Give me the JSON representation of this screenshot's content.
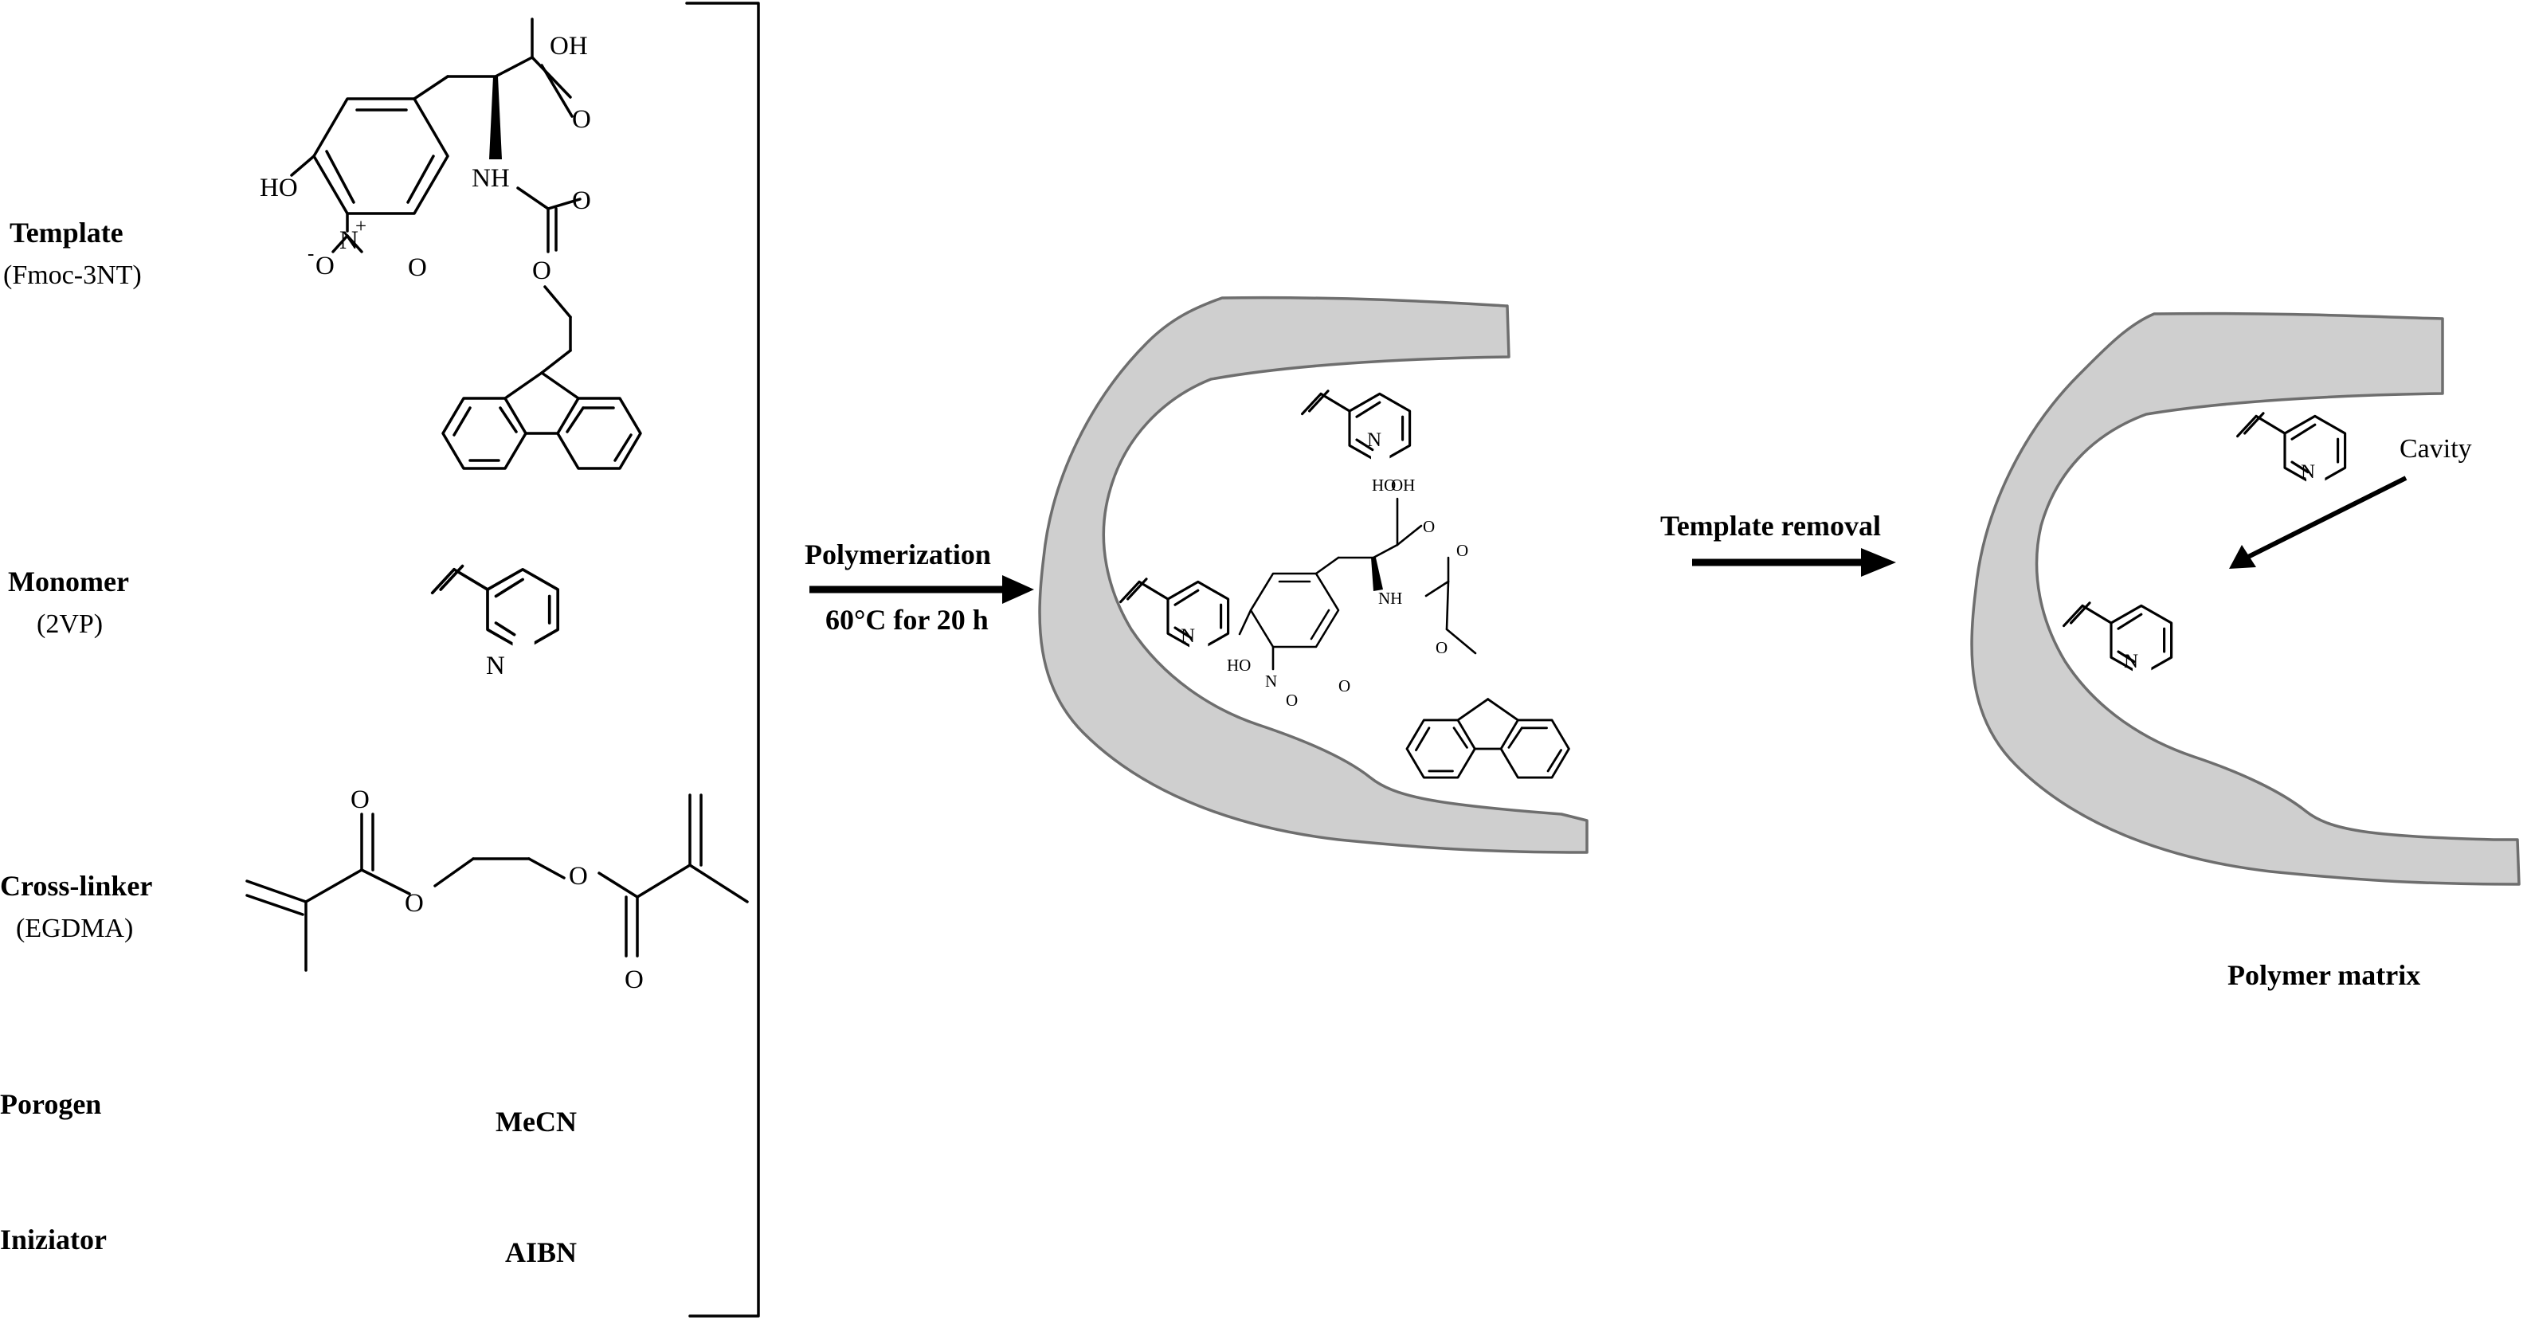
{
  "components": [
    {
      "label": "Template",
      "sublabel": "(Fmoc-3NT)"
    },
    {
      "label": "Monomer",
      "sublabel": "(2VP)"
    },
    {
      "label": "Cross-linker",
      "sublabel": "(EGDMA)"
    },
    {
      "label": "Porogen",
      "value": "MeCN"
    },
    {
      "label": "Iniziator",
      "value": "AIBN"
    }
  ],
  "atoms": {
    "oh": "OH",
    "o": "O",
    "ho": "HO",
    "nh": "NH",
    "n": "N",
    "nplus": "N",
    "plus": "+",
    "ominus": "O",
    "minus": "-"
  },
  "steps": {
    "polymerization": "Polymerization",
    "conditions": "60°C for 20 h",
    "template_removal": "Template removal"
  },
  "annotations": {
    "cavity": "Cavity",
    "polymer_matrix": "Polymer matrix"
  }
}
